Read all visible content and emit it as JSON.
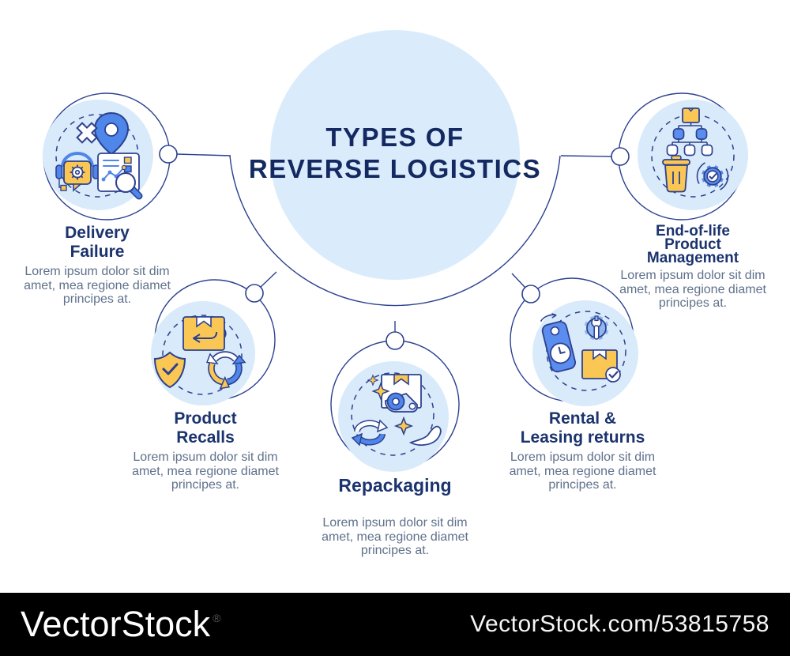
{
  "title": {
    "line1": "TYPES OF",
    "line2": "REVERSE LOGISTICS"
  },
  "nodes": [
    {
      "id": "delivery-failure",
      "title_lines": [
        "Delivery",
        "Failure"
      ],
      "description_lines": [
        "Lorem ipsum dolor sit dim",
        "amet, mea regione diamet",
        "principes at."
      ],
      "icons": [
        "broken-delivery-pin-icon",
        "support-chat-gear-icon",
        "analytics-report-magnifier-icon"
      ]
    },
    {
      "id": "product-recalls",
      "title_lines": [
        "Product",
        "Recalls"
      ],
      "description_lines": [
        "Lorem ipsum dolor sit dim",
        "amet, mea regione diamet",
        "principes at."
      ],
      "icons": [
        "return-package-icon",
        "shield-check-icon",
        "recycle-arrows-icon"
      ]
    },
    {
      "id": "repackaging",
      "title_lines": [
        "Repackaging"
      ],
      "description_lines": [
        "Lorem ipsum dolor sit dim",
        "amet, mea regione diamet",
        "principes at."
      ],
      "icons": [
        "package-tape-dispenser-icon",
        "sparkles-icon",
        "refresh-arrows-icon",
        "hand-icon"
      ]
    },
    {
      "id": "rental-leasing-returns",
      "title_lines": [
        "Rental &",
        "Leasing returns"
      ],
      "description_lines": [
        "Lorem ipsum dolor sit dim",
        "amet, mea regione diamet",
        "principes at."
      ],
      "icons": [
        "price-tag-clock-icon",
        "gear-wrench-icon",
        "package-check-icon"
      ]
    },
    {
      "id": "end-of-life-product-management",
      "title_lines": [
        "End-of-life",
        "Product",
        "Management"
      ],
      "description_lines": [
        "Lorem ipsum dolor sit dim",
        "amet, mea regione diamet",
        "principes at."
      ],
      "icons": [
        "product-hierarchy-icon",
        "trash-bin-icon",
        "gear-check-icon"
      ]
    }
  ],
  "watermark": {
    "brand": "VectorStock",
    "registered": "®",
    "site": "VectorStock.com/53815758"
  },
  "colors": {
    "navy_stroke": "#2C4190",
    "title_navy": "#142961",
    "heading_navy": "#1B336E",
    "body_text": "#5F718C",
    "light_blue_fill": "#D9EAFA",
    "center_circle_fill": "#DAECFB",
    "icon_blue": "#4E86EA",
    "icon_blue_mid": "#5B8DEE",
    "icon_blue_light": "#8FB6F0",
    "icon_yellow": "#FBC754",
    "bar_black": "#000000"
  }
}
